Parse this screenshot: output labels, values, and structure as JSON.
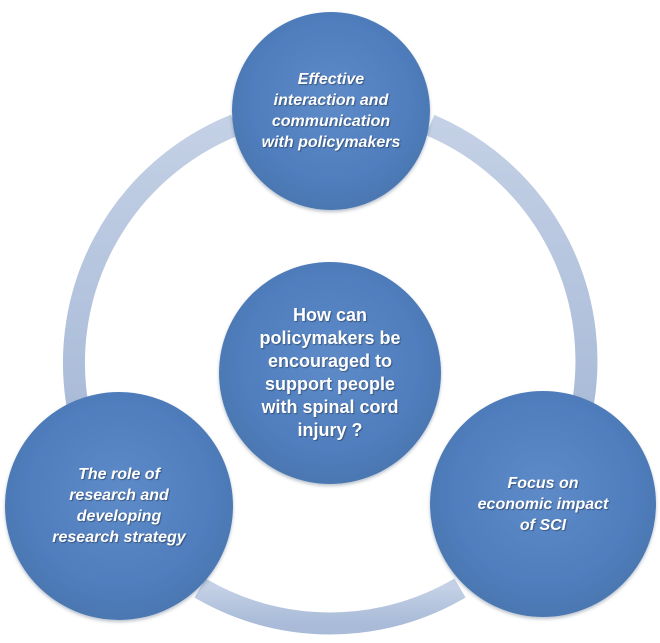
{
  "diagram": {
    "center": "How can policymakers be encouraged to support people with spinal cord injury ?",
    "top": "Effective interaction and communication with policymakers",
    "left": "The role of research and developing research strategy",
    "right": "Focus on economic impact of SCI"
  },
  "colors": {
    "node_fill": "#4f7dbd",
    "ring": "#b4c4dd",
    "text": "#ffffff"
  }
}
